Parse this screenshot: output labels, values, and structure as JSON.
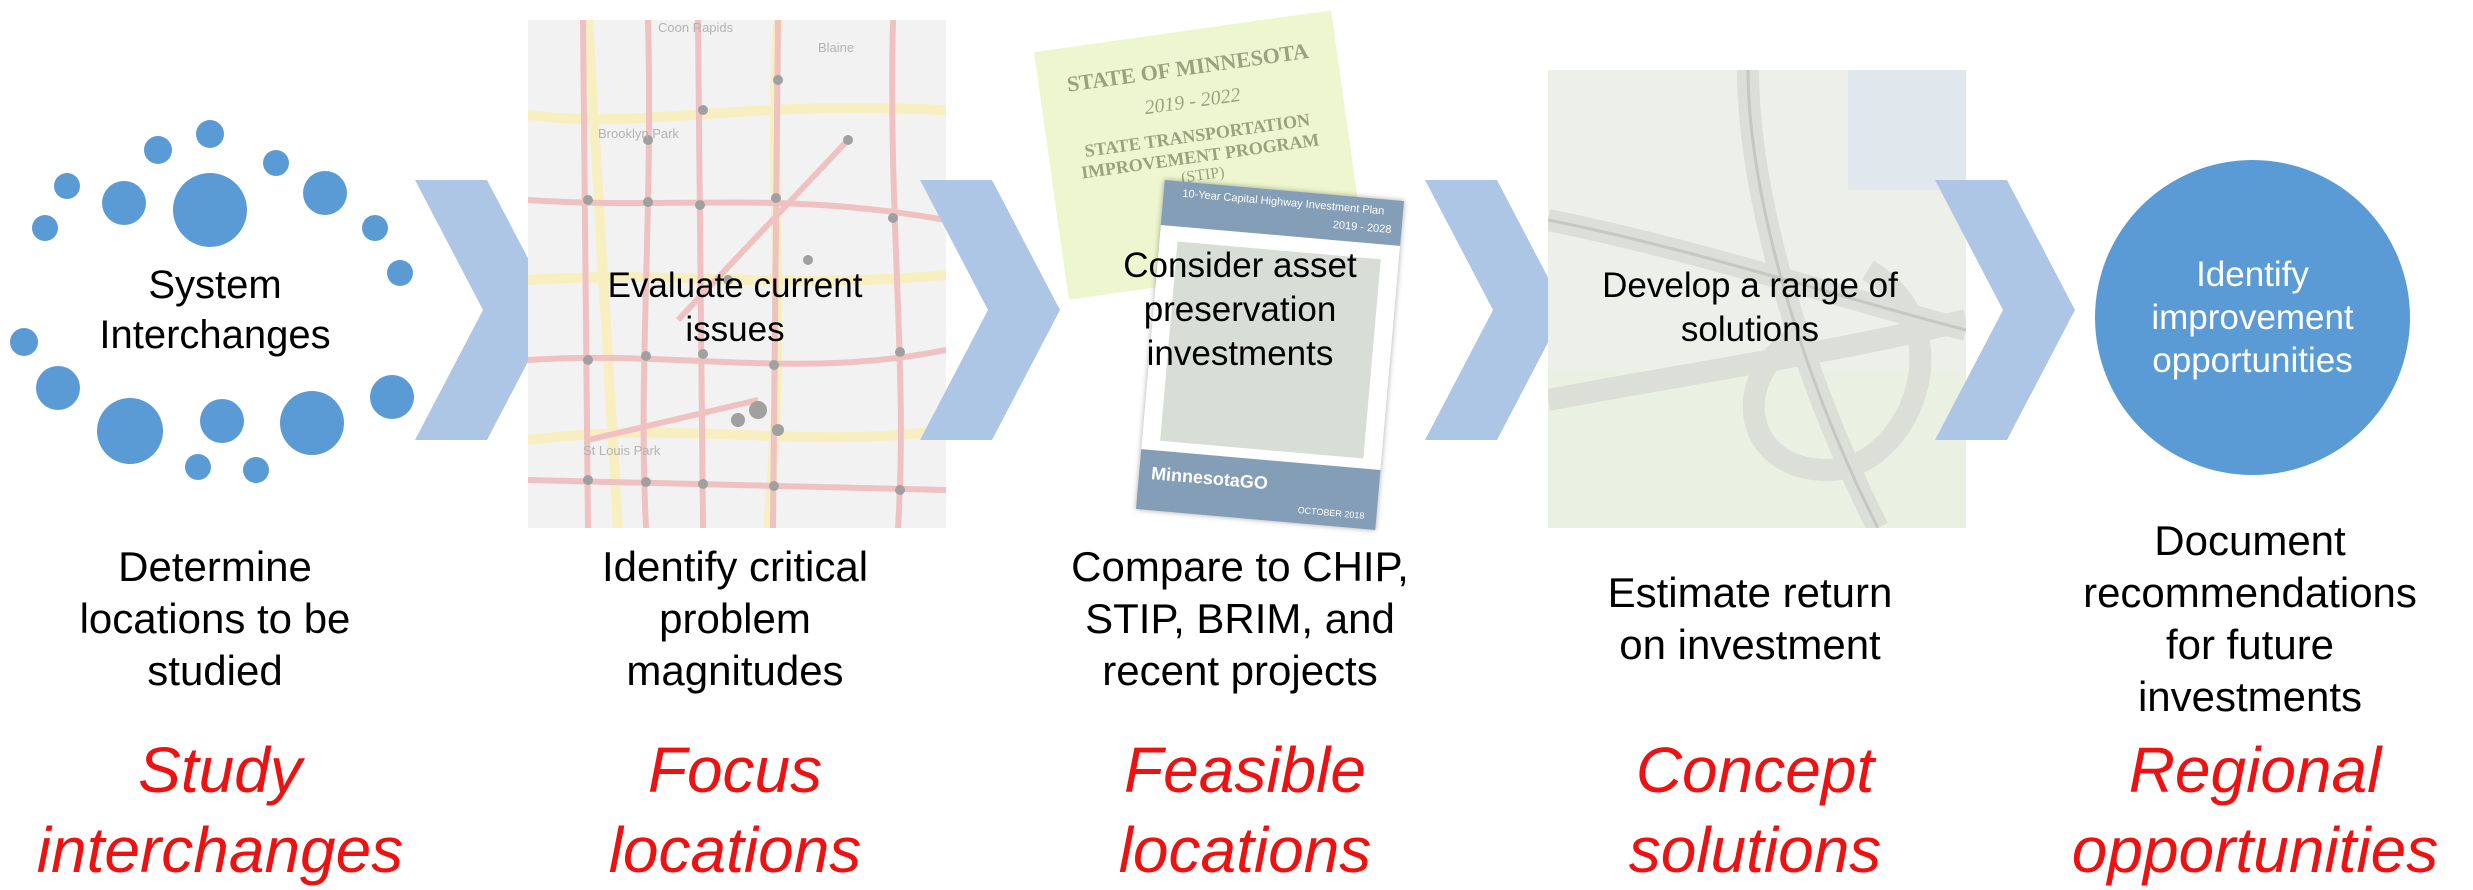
{
  "steps": [
    {
      "panel_label": "System Interchanges",
      "description": "Determine locations to be studied",
      "result": "Study interchanges"
    },
    {
      "panel_label": "Evaluate current issues",
      "description": "Identify critical problem magnitudes",
      "result": "Focus locations"
    },
    {
      "panel_label": "Consider asset preservation investments",
      "description": "Compare to CHIP, STIP, BRIM, and recent projects",
      "result": "Feasible locations"
    },
    {
      "panel_label": "Develop a range of solutions",
      "description": "Estimate return on investment",
      "result": "Concept solutions"
    },
    {
      "panel_label": "Identify improvement opportunities",
      "description": "Document recommendations for future investments",
      "result": "Regional opportunities"
    }
  ],
  "map_labels": [
    "Coon Rapids",
    "Blaine",
    "Brooklyn Park",
    "St Louis Park"
  ],
  "document1": {
    "line1": "STATE OF MINNESOTA",
    "line2": "2019 - 2022",
    "line3": "STATE TRANSPORTATION",
    "line4": "IMPROVEMENT PROGRAM",
    "line5": "(STIP)"
  },
  "document2": {
    "title": "10-Year Capital Highway Investment Plan",
    "years": "2019 - 2028",
    "brand": "MinnesotaGO",
    "date": "OCTOBER 2018"
  },
  "colors": {
    "dot_blue": "#5b9bd5",
    "chevron": "#aec6e6",
    "result_red": "#ee1111"
  }
}
